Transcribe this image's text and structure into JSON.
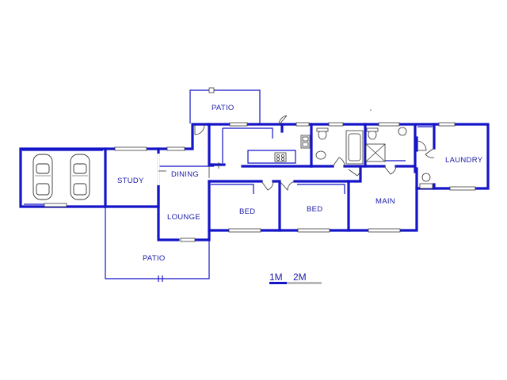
{
  "rooms": {
    "patio_top": "PATIO",
    "study": "STUDY",
    "dining": "DINING",
    "lounge": "LOUNGE",
    "bed1": "BED",
    "bed2": "BED",
    "main": "MAIN",
    "laundry": "LAUNDRY",
    "patio_bottom": "PATIO"
  },
  "scale": {
    "label_1": "1M",
    "label_2": "2M"
  },
  "colors": {
    "wall": "#1414c8",
    "label": "#1a1aa8",
    "fixture": "#333333"
  }
}
